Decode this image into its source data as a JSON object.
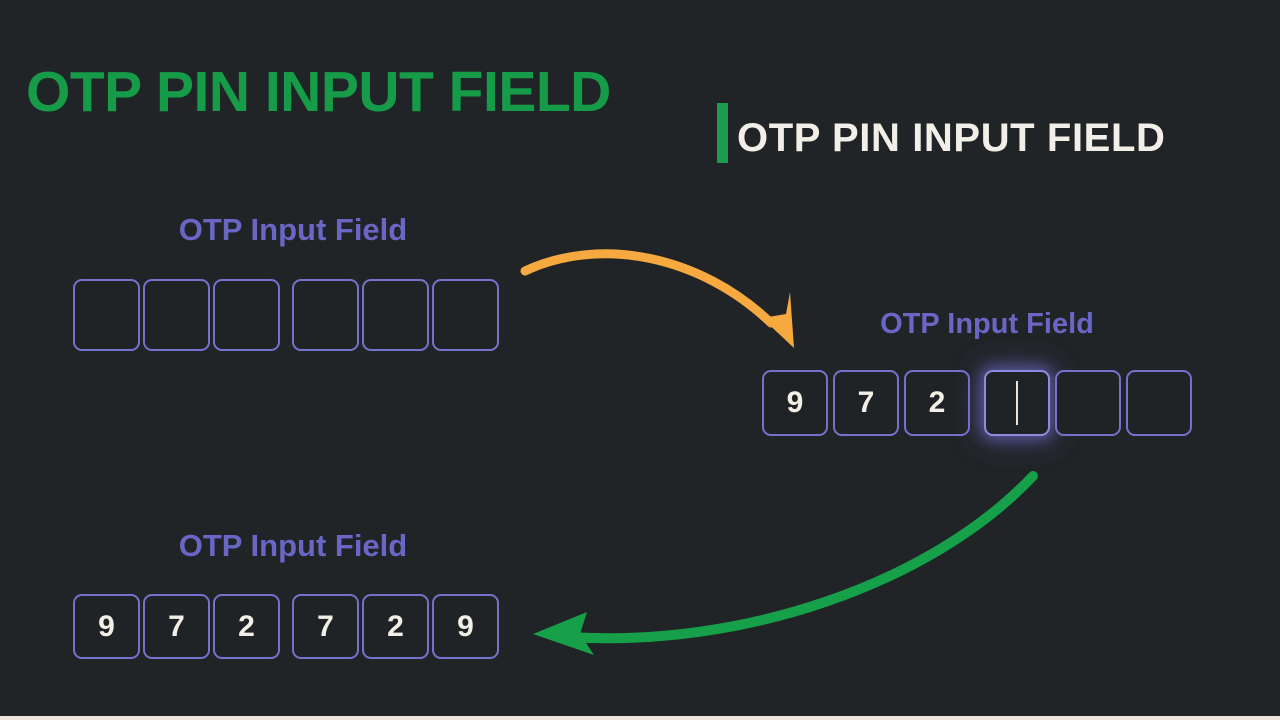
{
  "header": {
    "title_green": "OTP PIN INPUT FIELD",
    "title_white": "OTP PIN INPUT FIELD",
    "accent_green": "#169B48",
    "title_white_color": "#F2EFE9",
    "divider_color": "#1D9B4E"
  },
  "theme": {
    "background": "#212426",
    "box_border": "#7472CC",
    "label_color": "#6966C6",
    "digit_color": "#F2EFE6",
    "arrow_orange": "#F5A93F",
    "arrow_green": "#17A04A",
    "caret_color": "#EFE4D2"
  },
  "groups": {
    "empty": {
      "label": "OTP Input Field",
      "digits": [
        "",
        "",
        "",
        "",
        "",
        ""
      ],
      "focused_index": -1
    },
    "partial": {
      "label": "OTP Input Field",
      "digits": [
        "9",
        "7",
        "2",
        "",
        "",
        ""
      ],
      "focused_index": 3
    },
    "filled": {
      "label": "OTP Input Field",
      "digits": [
        "9",
        "7",
        "2",
        "7",
        "2",
        "9"
      ],
      "focused_index": -1
    }
  }
}
